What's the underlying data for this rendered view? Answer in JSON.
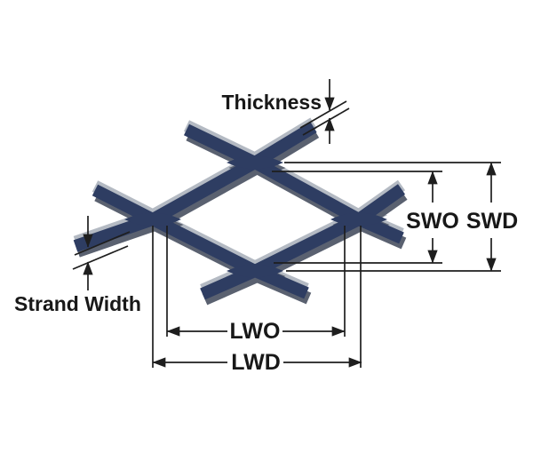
{
  "diagram": {
    "type": "expanded-metal-mesh-dimension-diagram",
    "labels": {
      "thickness": "Thickness",
      "swo": "SWO",
      "swd": "SWD",
      "strand_width": "Strand Width",
      "lwo": "LWO",
      "lwd": "LWD"
    },
    "colors": {
      "background": "#ffffff",
      "strand_top": "#2e3d62",
      "strand_bevel_light": "#b4bac3",
      "strand_bevel_dark": "#5a6170",
      "dimension_line": "#1e1e1e",
      "label_text": "#181818"
    }
  }
}
